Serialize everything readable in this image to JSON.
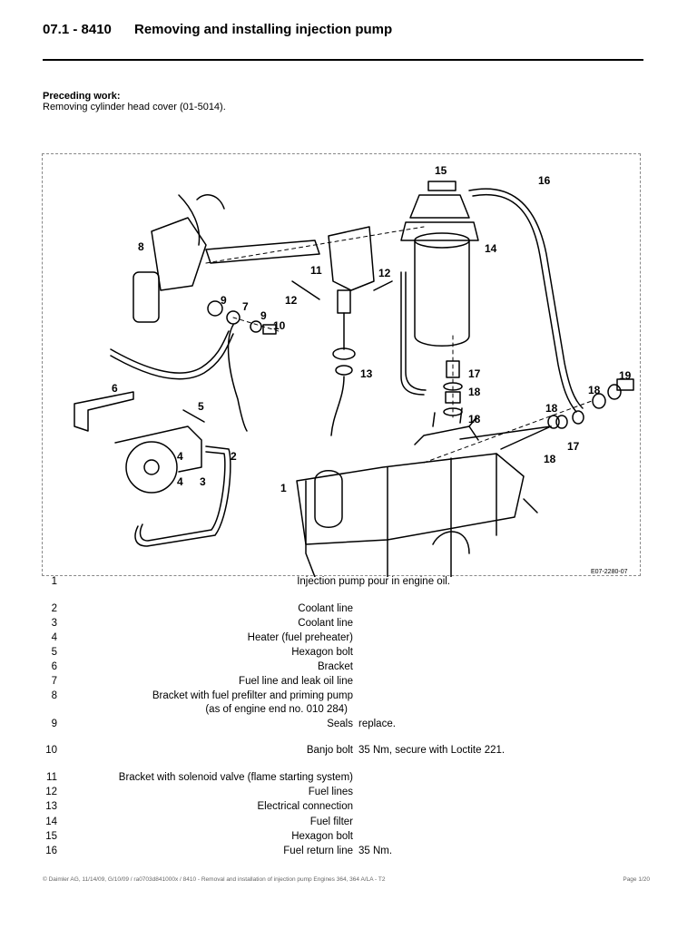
{
  "header": {
    "number": "07.1 - 8410",
    "title": "Removing and installing injection pump"
  },
  "preceding": {
    "label": "Preceding work:",
    "text": "Removing cylinder head cover (01-5014)."
  },
  "figure": {
    "code": "E07-2280-07",
    "callouts": [
      "1",
      "2",
      "3",
      "4",
      "4",
      "5",
      "6",
      "7",
      "8",
      "9",
      "9",
      "10",
      "11",
      "12",
      "12",
      "13",
      "14",
      "15",
      "16",
      "17",
      "17",
      "18",
      "18",
      "18",
      "18",
      "18",
      "19"
    ]
  },
  "legend": [
    {
      "num": "1",
      "desc": "Injection pump pour in engine oil.",
      "note": ""
    },
    {
      "num": "2",
      "desc": "Coolant line",
      "note": ""
    },
    {
      "num": "3",
      "desc": "Coolant line",
      "note": ""
    },
    {
      "num": "4",
      "desc": "Heater (fuel preheater)",
      "note": ""
    },
    {
      "num": "5",
      "desc": "Hexagon bolt",
      "note": ""
    },
    {
      "num": "6",
      "desc": "Bracket",
      "note": ""
    },
    {
      "num": "7",
      "desc": "Fuel line and leak oil line",
      "note": ""
    },
    {
      "num": "8",
      "desc": "Bracket with fuel prefilter and priming pump",
      "desc2": "(as of engine end no. 010 284)",
      "note": ""
    },
    {
      "num": "9",
      "desc": "Seals",
      "note": "replace."
    },
    {
      "num": "10",
      "desc": "Banjo bolt",
      "note": "35 Nm, secure with Loctite 221."
    },
    {
      "num": "11",
      "desc": "Bracket with solenoid valve (flame starting system)",
      "note": ""
    },
    {
      "num": "12",
      "desc": "Fuel lines",
      "note": ""
    },
    {
      "num": "13",
      "desc": "Electrical connection",
      "note": ""
    },
    {
      "num": "14",
      "desc": "Fuel filter",
      "note": ""
    },
    {
      "num": "15",
      "desc": "Hexagon bolt",
      "note": ""
    },
    {
      "num": "16",
      "desc": "Fuel return line",
      "note": "35 Nm."
    }
  ],
  "footer": {
    "text": "© Daimler AG, 11/14/09, G/10/09 / ra0703d841000x / 8410 - Removal and installation of injection pump Engines 364, 364 A/LA - T2",
    "page": "Page 1/20"
  }
}
